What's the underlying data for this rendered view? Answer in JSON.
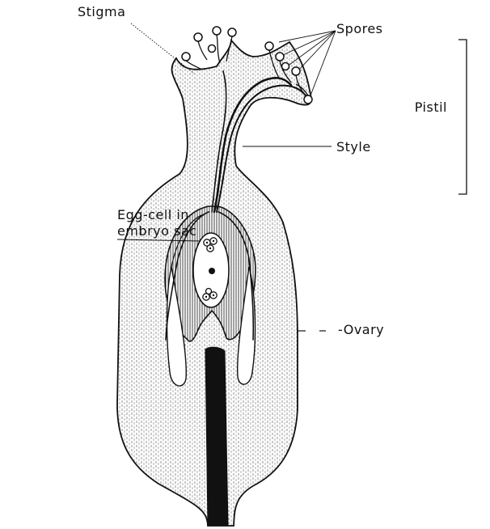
{
  "labels": {
    "stigma": "Stigma",
    "spores": "Spores",
    "pistil": "Pistil",
    "style": "Style",
    "egg_cell_line1": "Egg-cell in",
    "egg_cell_line2": "embryo sac",
    "ovary": "-Ovary"
  },
  "colors": {
    "ink": "#111111",
    "background": "#ffffff",
    "stipple": "#555555"
  }
}
